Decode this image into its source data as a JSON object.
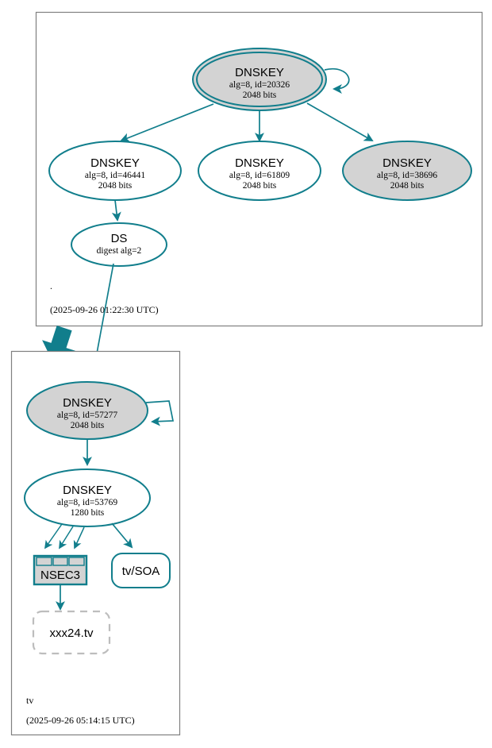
{
  "diagram": {
    "type": "dnssec-authentication-chain",
    "accent_color": "#117e8c",
    "secure_fill": "#d3d3d3",
    "insecure_fill": "#ffffff",
    "box_border": "#808080",
    "dashed_border": "#bdbdbd"
  },
  "zones": [
    {
      "id": "root",
      "name": ".",
      "timestamp": "(2025-09-26 01:22:30 UTC)",
      "nodes": [
        {
          "id": "ksk20326",
          "kind": "DNSKEY",
          "title": "DNSKEY",
          "line2": "alg=8, id=20326",
          "line3": "2048 bits",
          "shape": "double-ellipse",
          "fill": "gray",
          "self_signed": true
        },
        {
          "id": "zsk46441",
          "kind": "DNSKEY",
          "title": "DNSKEY",
          "line2": "alg=8, id=46441",
          "line3": "2048 bits",
          "shape": "ellipse",
          "fill": "white",
          "self_signed": false
        },
        {
          "id": "zsk61809",
          "kind": "DNSKEY",
          "title": "DNSKEY",
          "line2": "alg=8, id=61809",
          "line3": "2048 bits",
          "shape": "ellipse",
          "fill": "white",
          "self_signed": false
        },
        {
          "id": "zsk38696",
          "kind": "DNSKEY",
          "title": "DNSKEY",
          "line2": "alg=8, id=38696",
          "line3": "2048 bits",
          "shape": "ellipse",
          "fill": "gray",
          "self_signed": false
        },
        {
          "id": "ds2",
          "kind": "DS",
          "title": "DS",
          "line2": "digest alg=2",
          "line3": "",
          "shape": "ellipse",
          "fill": "white",
          "self_signed": false
        }
      ]
    },
    {
      "id": "tv",
      "name": "tv",
      "timestamp": "(2025-09-26 05:14:15 UTC)",
      "nodes": [
        {
          "id": "ksk57277",
          "kind": "DNSKEY",
          "title": "DNSKEY",
          "line2": "alg=8, id=57277",
          "line3": "2048 bits",
          "shape": "ellipse",
          "fill": "gray",
          "self_signed": true
        },
        {
          "id": "zsk53769",
          "kind": "DNSKEY",
          "title": "DNSKEY",
          "line2": "alg=8, id=53769",
          "line3": "1280 bits",
          "shape": "ellipse",
          "fill": "white",
          "self_signed": false
        },
        {
          "id": "nsec3",
          "kind": "NSEC3",
          "title": "NSEC3",
          "line2": "",
          "line3": "",
          "shape": "record-box",
          "fill": "gray",
          "self_signed": false
        },
        {
          "id": "soa",
          "kind": "RRSET",
          "title": "tv/SOA",
          "line2": "",
          "line3": "",
          "shape": "rounded-box",
          "fill": "white",
          "self_signed": false
        },
        {
          "id": "xxx24",
          "kind": "NXDOMAIN",
          "title": "xxx24.tv",
          "line2": "",
          "line3": "",
          "shape": "dashed-rounded-box",
          "fill": "white",
          "self_signed": false
        }
      ]
    }
  ],
  "edges": [
    {
      "from": "ksk20326",
      "to": "ksk20326",
      "style": "self-loop"
    },
    {
      "from": "ksk20326",
      "to": "zsk46441",
      "style": "solid"
    },
    {
      "from": "ksk20326",
      "to": "zsk61809",
      "style": "solid"
    },
    {
      "from": "ksk20326",
      "to": "zsk38696",
      "style": "solid"
    },
    {
      "from": "zsk46441",
      "to": "ds2",
      "style": "solid"
    },
    {
      "from": "ds2",
      "to": "ksk57277",
      "style": "solid"
    },
    {
      "from": "root",
      "to": "tv",
      "style": "delegation-thick"
    },
    {
      "from": "ksk57277",
      "to": "ksk57277",
      "style": "self-loop"
    },
    {
      "from": "ksk57277",
      "to": "zsk53769",
      "style": "solid"
    },
    {
      "from": "zsk53769",
      "to": "nsec3",
      "style": "solid-multi"
    },
    {
      "from": "zsk53769",
      "to": "soa",
      "style": "solid"
    },
    {
      "from": "nsec3",
      "to": "xxx24",
      "style": "solid"
    }
  ]
}
